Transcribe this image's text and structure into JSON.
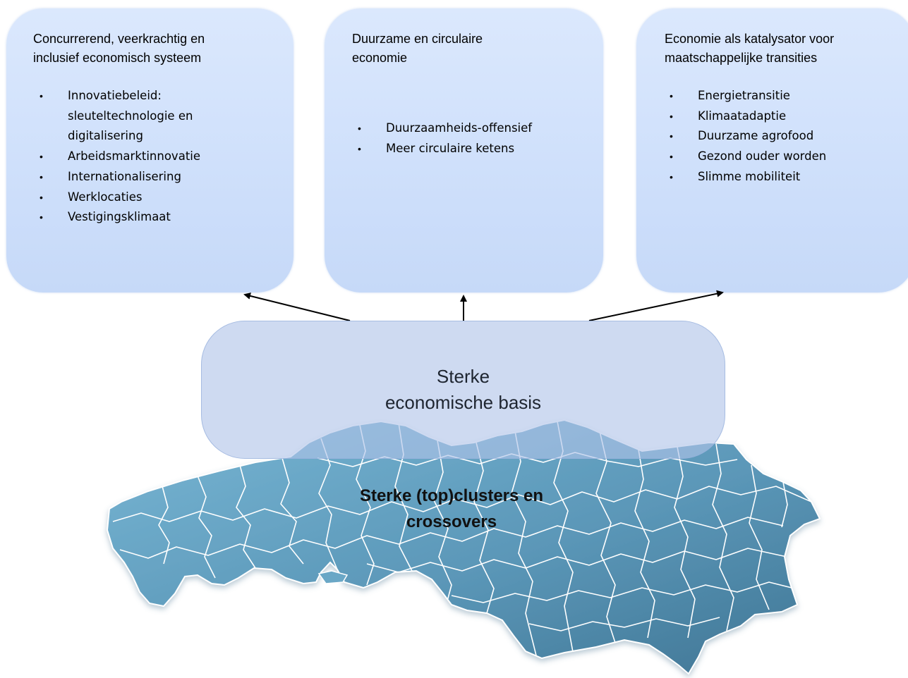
{
  "pillars": [
    {
      "title": "Concurrerend, veerkrachtig en\ninclusief economisch systeem",
      "items": [
        "Innovatiebeleid:\nsleuteltechnologie en\ndigitalisering",
        "Arbeidsmarktinnovatie",
        "Internationalisering",
        "Werklocaties",
        "Vestigingsklimaat"
      ]
    },
    {
      "title": "Duurzame en circulaire\neconomie",
      "items": [
        "Duurzaamheids-offensief",
        "Meer circulaire ketens"
      ]
    },
    {
      "title": "Economie als katalysator voor\nmaatschappelijke transities",
      "items": [
        "Energietransitie",
        "Klimaatadaptie",
        "Duurzame agrofood",
        "Gezond ouder worden",
        "Slimme mobiliteit"
      ]
    }
  ],
  "bullet_symbol": "•",
  "base": {
    "label": "Sterke\neconomische basis"
  },
  "clusters": {
    "label": "Sterke (top)clusters en\ncrossovers"
  },
  "colors": {
    "pillar_fill": "#d4e3fc",
    "base_fill": "#b8c9ea",
    "map_fill": "#5b97b8",
    "map_border": "#ffffff",
    "arrow": "#000000"
  }
}
